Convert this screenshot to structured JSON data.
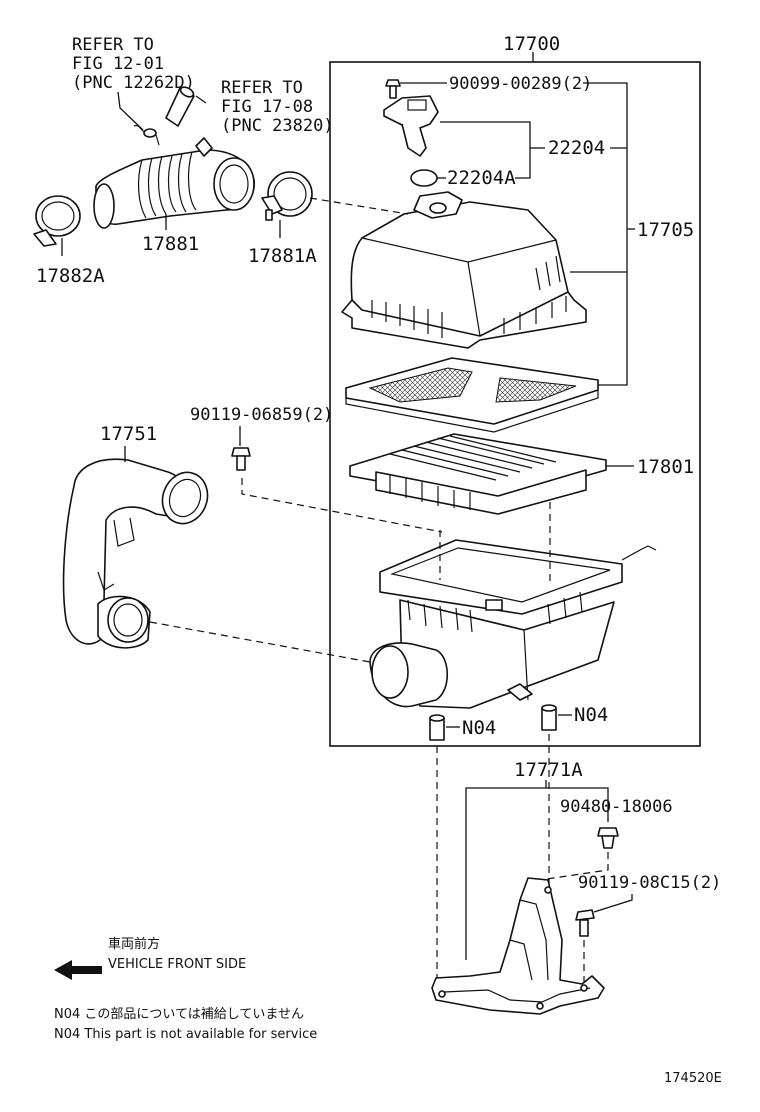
{
  "refer1": {
    "l1": "REFER TO",
    "l2": "FIG 12-01",
    "l3": "(PNC 12262D)"
  },
  "refer2": {
    "l1": "REFER TO",
    "l2": "FIG 17-08",
    "l3": "(PNC 23820)"
  },
  "parts": {
    "p17700": "17700",
    "p90099": "90099-00289(2)",
    "p22204": "22204",
    "p22204A": "22204A",
    "p17705": "17705",
    "p17881": "17881",
    "p17881A": "17881A",
    "p17882A": "17882A",
    "p17751": "17751",
    "p90119a": "90119-06859(2)",
    "p17801": "17801",
    "n04a": "N04",
    "n04b": "N04",
    "p17771A": "17771A",
    "p90480": "90480-18006",
    "p90119b": "90119-08C15(2)"
  },
  "notes": {
    "front_jp": "車両前方",
    "front_en": "VEHICLE FRONT SIDE",
    "n04_jp": "N04  この部品については補給していません",
    "n04_en": "N04  This part is not available for service"
  },
  "figure_id": "174520E"
}
